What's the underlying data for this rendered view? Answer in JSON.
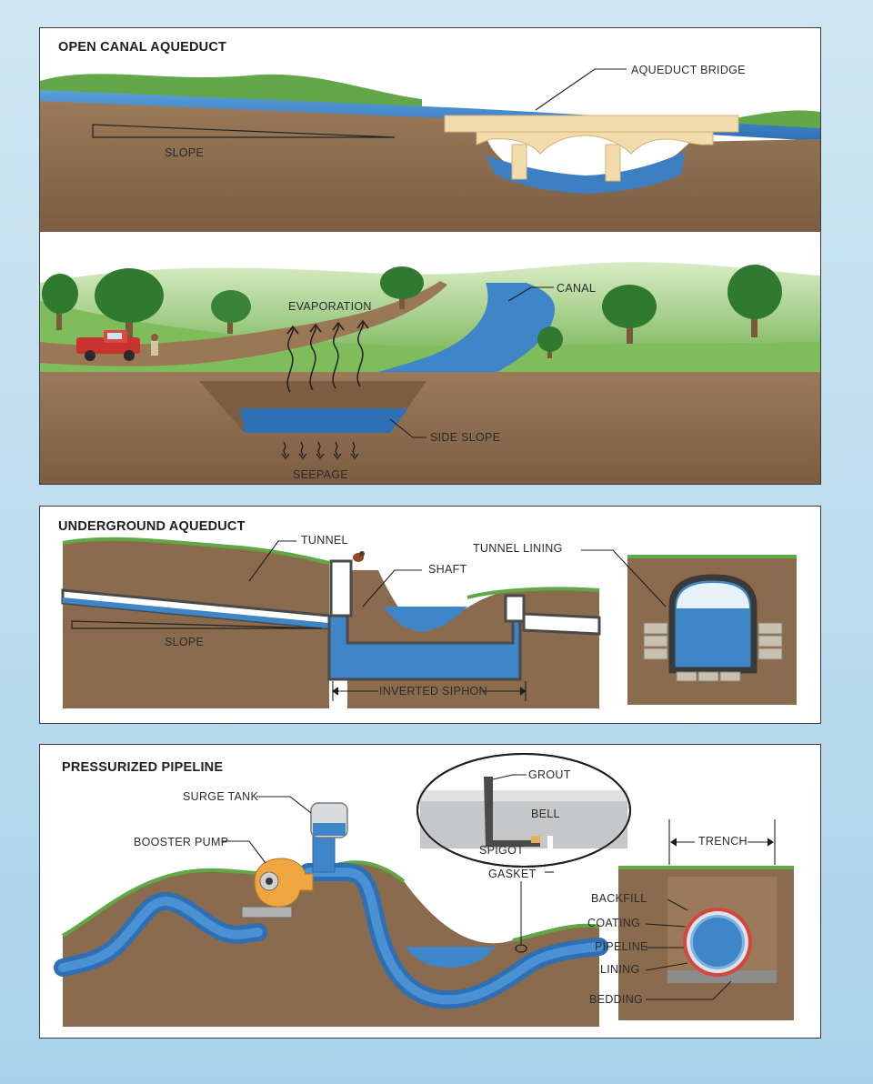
{
  "panels": {
    "open_canal": {
      "title": "OPEN CANAL AQUEDUCT",
      "labels": {
        "aqueduct_bridge": "AQUEDUCT BRIDGE",
        "slope": "SLOPE",
        "evaporation": "EVAPORATION",
        "canal": "CANAL",
        "side_slope": "SIDE SLOPE",
        "seepage": "SEEPAGE"
      }
    },
    "underground": {
      "title": "UNDERGROUND AQUEDUCT",
      "labels": {
        "tunnel": "TUNNEL",
        "shaft": "SHAFT",
        "tunnel_lining": "TUNNEL LINING",
        "slope": "SLOPE",
        "inverted_siphon": "INVERTED SIPHON"
      }
    },
    "pipeline": {
      "title": "PRESSURIZED PIPELINE",
      "labels": {
        "surge_tank": "SURGE TANK",
        "booster_pump": "BOOSTER PUMP",
        "grout": "GROUT",
        "bell": "BELL",
        "spigot": "SPIGOT",
        "gasket": "GASKET",
        "trench": "TRENCH",
        "backfill": "BACKFILL",
        "coating": "COATING",
        "pipeline": "PIPELINE",
        "lining": "LINING",
        "bedding": "BEDDING"
      }
    }
  },
  "colors": {
    "water": "#3f86c8",
    "water_dark": "#2a67a8",
    "soil": "#8b6b4e",
    "grass": "#5fa845",
    "pipe_wall": "#4a4a4a",
    "bridge": "#f0d9a8"
  }
}
